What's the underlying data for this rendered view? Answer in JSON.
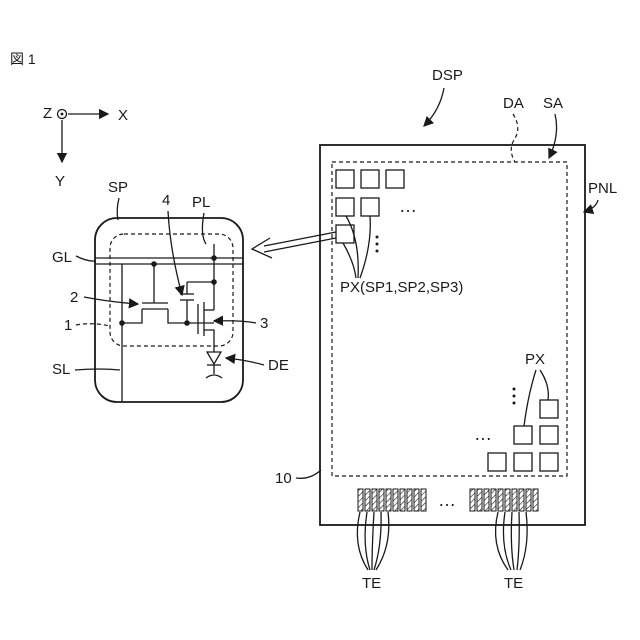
{
  "figure": {
    "title": "図 1",
    "axes": {
      "z": "Z",
      "x": "X",
      "y": "Y"
    },
    "labels": {
      "dsp": "DSP",
      "da": "DA",
      "sa": "SA",
      "pnl": "PNL",
      "sp": "SP",
      "pl": "PL",
      "gl": "GL",
      "sl": "SL",
      "de": "DE",
      "num1": "1",
      "num2": "2",
      "num3": "3",
      "num4": "4",
      "num10": "10",
      "px_top": "PX(SP1,SP2,SP3)",
      "px_bottom": "PX",
      "te_left": "TE",
      "te_right": "TE",
      "dots_top_h": "…",
      "dots_bottom_h": "…",
      "dots_terminals": "…"
    }
  }
}
